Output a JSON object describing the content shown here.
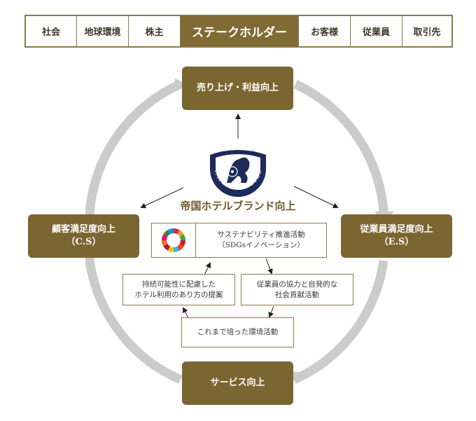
{
  "tabs": [
    {
      "label": "社会"
    },
    {
      "label": "地球環境"
    },
    {
      "label": "株主"
    },
    {
      "label": "ステークホルダー"
    },
    {
      "label": "お客様"
    },
    {
      "label": "従業員"
    },
    {
      "label": "取引先"
    }
  ],
  "active_tab": "ステークホルダー",
  "nodes": {
    "top": "売り上げ・利益向上",
    "left_line1": "顧客満足度向上",
    "left_line2": "（C.S）",
    "right_line1": "従業員満足度向上",
    "right_line2": "（E.S）",
    "bottom": "サービス向上"
  },
  "brand": {
    "logo_text": "IMPERIAL HOTEL",
    "label": "帝国ホテルブランド向上"
  },
  "sdgs": {
    "line1": "サステナビリティ推進活動",
    "line2": "（SDGsイノベーション）"
  },
  "boxes": {
    "left_line1": "持続可能性に配慮した",
    "left_line2": "ホテル利用のあり方の提案",
    "right_line1": "従業員の協力と自発的な",
    "right_line2": "社会貢献活動",
    "bottom": "これまで培った環境活動"
  },
  "colors": {
    "accent": "#7b6530",
    "ring": "#c8c8c8",
    "navy": "#1d2a5c"
  }
}
